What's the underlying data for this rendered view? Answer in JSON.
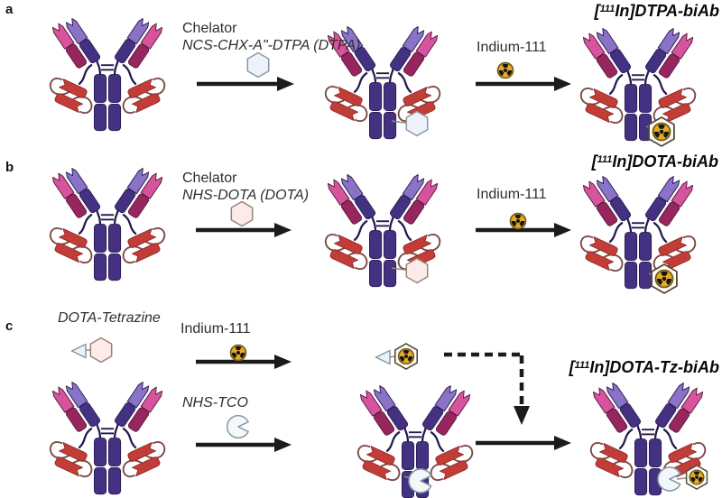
{
  "figure": {
    "panels": [
      {
        "id": "a",
        "label": "a",
        "step1_line1": "Chelator",
        "step1_line2": "NCS-CHX-A\"-DTPA (DTPA)",
        "step2_label": "Indium-111",
        "product": {
          "bracket": "[",
          "isotope": "111",
          "name": "In]DTPA-biAb"
        }
      },
      {
        "id": "b",
        "label": "b",
        "step1_line1": "Chelator",
        "step1_line2": "NHS-DOTA (DOTA)",
        "step2_label": "Indium-111",
        "product": {
          "bracket": "[",
          "isotope": "111",
          "name": "In]DOTA-biAb"
        }
      },
      {
        "id": "c",
        "label": "c",
        "reagent_label": "DOTA-Tetrazine",
        "step1_label": "Indium-111",
        "step2_label": "NHS-TCO",
        "product": {
          "bracket": "[",
          "isotope": "111",
          "name": "In]DOTA-Tz-biAb"
        }
      }
    ]
  },
  "icons": {
    "radioactivity": "yellow-radiation-trefoil",
    "chelator_dtpa": "light-blue-hexagon",
    "chelator_dota": "light-pink-hexagon",
    "tetrazine": "small-left-triangle",
    "tco": "pacman-circle",
    "antibody": "bispecific-antibody"
  },
  "colors": {
    "bg": "#ffffff",
    "text": "#2e2e2e",
    "title": "#0a0a0a",
    "arrow": "#1b1b1b",
    "ab-indigo": "#453181",
    "ab-indigo-dark": "#2a1c55",
    "ab-lavender": "#8a72c6",
    "ab-pink": "#d6539e",
    "ab-maroon": "#97265f",
    "ab-red": "#c33d38",
    "ab-red-dark": "#8f2b27",
    "ab-loop": "#7b4a45",
    "hinge": "#241a50",
    "dtpa-fill": "#edf3f8",
    "dota-fill": "#fcebe8",
    "tz-fill": "#eaf3f9",
    "chem-stroke": "#8a98a3",
    "dota-stroke": "#9b8279",
    "rad-yellow": "#e3ab24",
    "rad-ring": "#6f5a1a",
    "radhex-fill": "#fffdf4",
    "radhex-stroke": "#55493a",
    "pac-fill": "#f3f8fb"
  }
}
